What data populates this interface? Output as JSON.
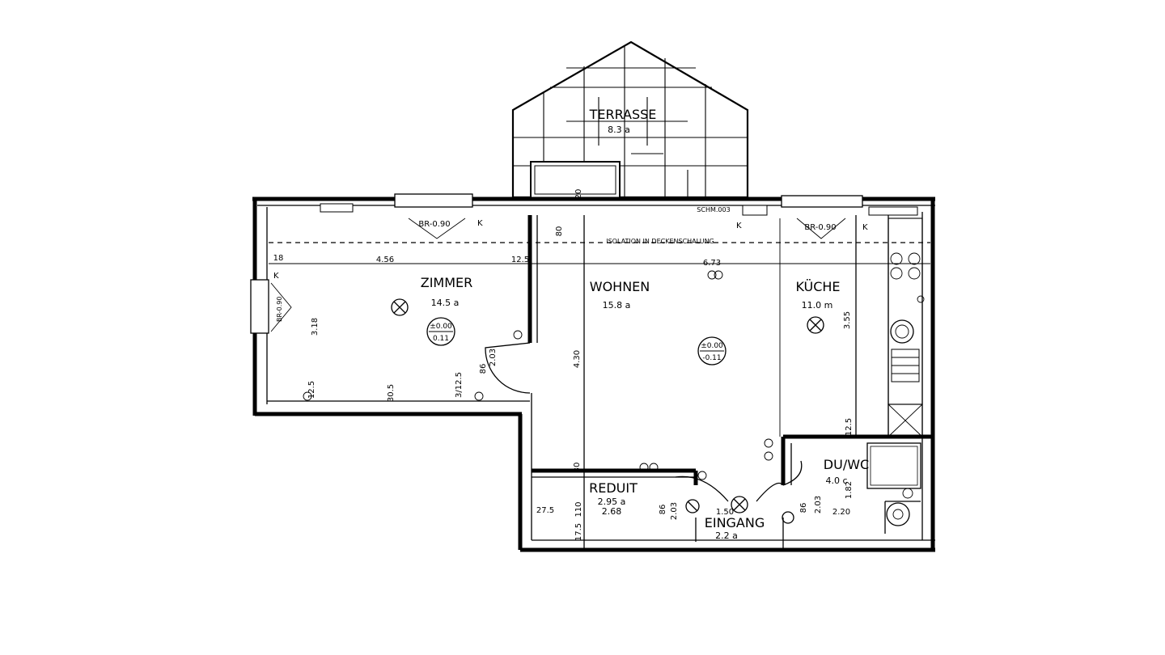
{
  "rooms": {
    "terrasse": {
      "name": "TERRASSE",
      "area": "8.3 a"
    },
    "zimmer": {
      "name": "ZIMMER",
      "area": "14.5 a"
    },
    "wohnen": {
      "name": "WOHNEN",
      "area": "15.8 a"
    },
    "kueche": {
      "name": "KÜCHE",
      "area": "11.0 m"
    },
    "duwc": {
      "name": "DU/WC",
      "area": "4.0 c"
    },
    "reduit": {
      "name": "REDUIT",
      "area": "2.95 a",
      "area2": "2.68"
    },
    "eingang": {
      "name": "EINGANG",
      "area": "2.2 a"
    }
  },
  "levels": {
    "zimmer": {
      "top": "±0.00",
      "bottom": "0.11"
    },
    "wohnen": {
      "top": "±0.00",
      "bottom": "-0.11"
    }
  },
  "notes": {
    "isolation": "ISOLATION IN DECKENSCHALUNG",
    "schm": "SCHM.003",
    "br_zimmer": "BR-0.90",
    "br_kueche": "BR-0.90",
    "br_side": "BR-0.90",
    "k1": "K",
    "k2": "K",
    "k3": "K",
    "k4": "K"
  },
  "dimensions": {
    "d_456": "4.56",
    "d_673": "6.73",
    "d_18": "18",
    "d_125a": "12.5",
    "d_318": "3.18",
    "d_430": "4.30",
    "d_355": "3.55",
    "d_203a": "2.03",
    "d_86a": "86",
    "d_3125": "3/12.5",
    "d_305": "30.5",
    "d_125b": "12.5",
    "d_275": "27.5",
    "d_110": "110",
    "d_175": "17.5",
    "d_203b": "2.03",
    "d_86b": "86",
    "d_150": "1.50",
    "d_203c": "2.03",
    "d_86c": "86",
    "d_182": "1.82",
    "d_220": "2.20",
    "d_125c": "12.5",
    "d_30": "30",
    "d_80": "80",
    "d_20": "20"
  }
}
